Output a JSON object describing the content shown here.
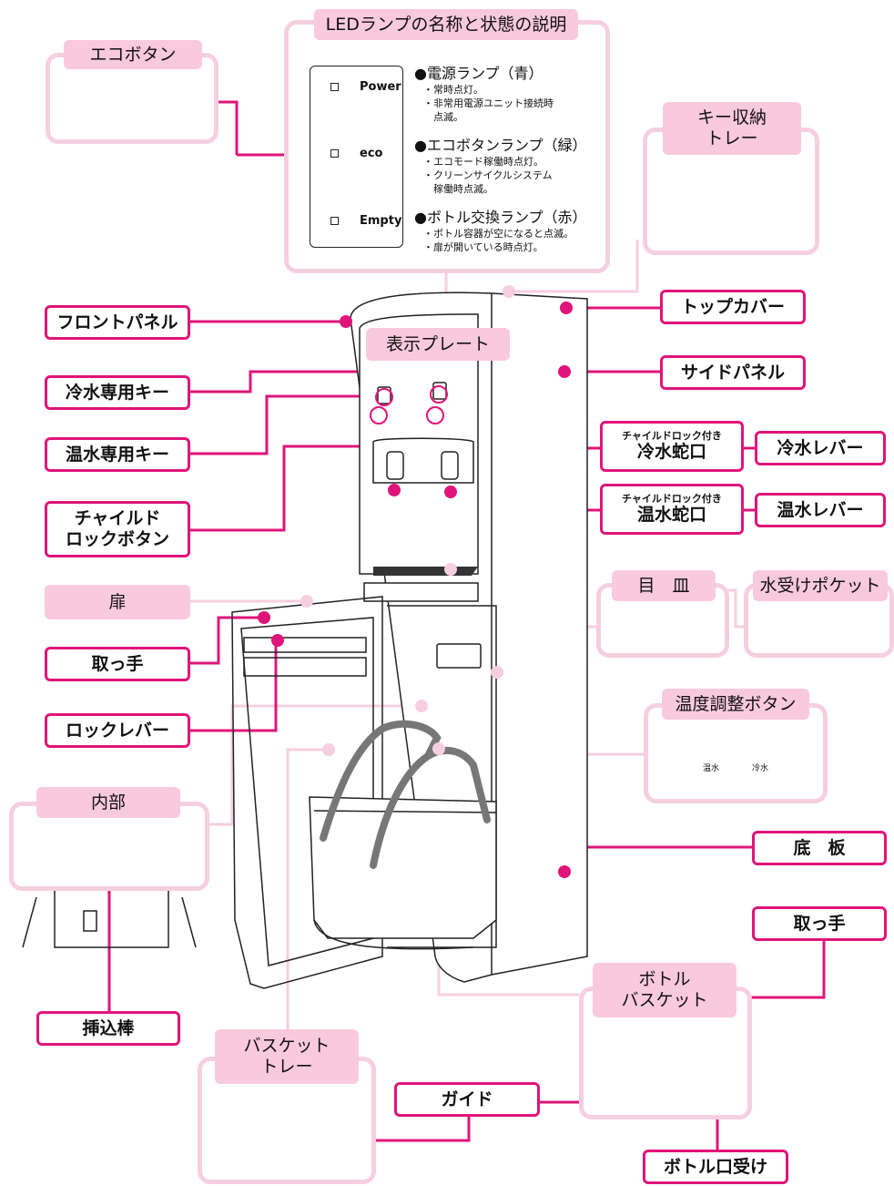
{
  "colors": {
    "accent": "#e0147a",
    "pink_light": "#f5cfe0",
    "tag_fill": "#f9c9dd"
  },
  "led_section": {
    "title": "LEDランプの名称と状態の説明",
    "panel": {
      "power": "Power",
      "eco": "eco",
      "empty": "Empty"
    },
    "power": {
      "heading": "●電源ランプ（青）",
      "lines": [
        "・常時点灯。",
        "・非常用電源ユニット接続時",
        "　点滅。"
      ]
    },
    "eco": {
      "heading": "●エコボタンランプ（緑）",
      "lines": [
        "・エコモード稼働時点灯。",
        "・クリーンサイクルシステム",
        "　稼働時点滅。"
      ]
    },
    "bottle": {
      "heading": "●ボトル交換ランプ（赤）",
      "lines": [
        "・ボトル容器が空になると点滅。",
        "・扉が開いている時点灯。"
      ]
    }
  },
  "eco_button": {
    "title": "エコボタン"
  },
  "key_tray": {
    "title_line1": "キー収納",
    "title_line2": "トレー"
  },
  "labels": {
    "front_panel": "フロントパネル",
    "top_cover": "トップカバー",
    "display_plate": "表示プレート",
    "cold_key": "冷水専用キー",
    "side_panel": "サイドパネル",
    "hot_key": "温水専用キー",
    "child_lock_small_1": "チャイルドロック付き",
    "cold_faucet": "冷水蛇口",
    "cold_lever": "冷水レバー",
    "child_lock_button_1": "チャイルド",
    "child_lock_button_2": "ロックボタン",
    "child_lock_small_2": "チャイルドロック付き",
    "hot_faucet": "温水蛇口",
    "hot_lever": "温水レバー",
    "door": "扉",
    "handle": "取っ手",
    "lock_lever": "ロックレバー",
    "inner": "内部",
    "insert_rod": "挿込棒",
    "bottom_plate": "底　板",
    "handle2": "取っ手",
    "guide": "ガイド",
    "bottle_mouth": "ボトル口受け"
  },
  "grille": {
    "title": "目　皿"
  },
  "water_pocket": {
    "title": "水受けポケット"
  },
  "temp_button": {
    "title": "温度調整ボタン",
    "hot": "温水",
    "cold": "冷水"
  },
  "bottle_basket": {
    "title_line1": "ボトル",
    "title_line2": "バスケット"
  },
  "basket_tray": {
    "title_line1": "バスケット",
    "title_line2": "トレー"
  }
}
